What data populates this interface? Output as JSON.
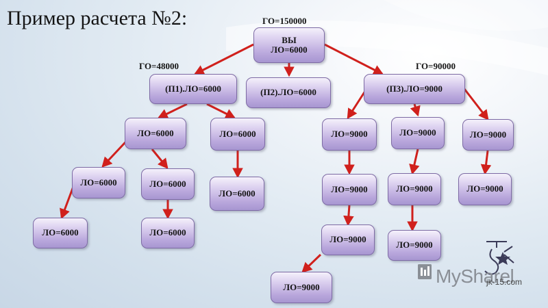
{
  "title": "Пример расчета №2:",
  "labels": {
    "go_root": "ГО=150000",
    "go_left": "ГО=48000",
    "go_right": "ГО=90000"
  },
  "nodes": {
    "root_line1": "ВЫ",
    "root_line2": "ЛО=6000",
    "p1": "(П1).ЛО=6000",
    "p2": "(П2).ЛО=6000",
    "p3": "(П3).ЛО=9000",
    "a1": "ЛО=6000",
    "a2": "ЛО=6000",
    "a1a": "ЛО=6000",
    "a1b": "ЛО=6000",
    "a2a": "ЛО=6000",
    "a1aa": "ЛО=6000",
    "a1ba": "ЛО=6000",
    "b1": "ЛО=9000",
    "b2": "ЛО=9000",
    "b3": "ЛО=9000",
    "b1a": "ЛО=9000",
    "b2a": "ЛО=9000",
    "b3a": "ЛО=9000",
    "b1aa": "ЛО=9000",
    "b2aa": "ЛО=9000",
    "b1aaa": "ЛО=9000"
  },
  "logo": {
    "text": "MySharel",
    "domain": "jk-15.com"
  },
  "colors": {
    "arrow": "#d0201c",
    "node_border": "#7d6aa4"
  }
}
